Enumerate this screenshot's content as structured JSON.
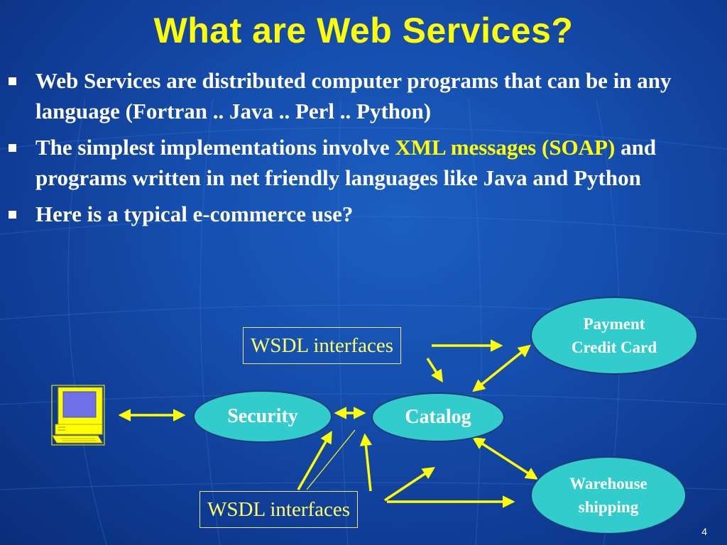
{
  "slide": {
    "title": "What are Web Services?",
    "page_number": "4"
  },
  "bullets": {
    "b1": "Web Services are distributed computer programs that can be in any language (Fortran .. Java .. Perl .. Python)",
    "b2_pre": "The simplest implementations involve ",
    "b2_hl": "XML messages (SOAP)",
    "b2_post": " and programs written in net friendly languages like Java and Python",
    "b3": "Here is a typical e-commerce use?"
  },
  "diagram": {
    "wsdl_top": "WSDL interfaces",
    "wsdl_bottom": "WSDL interfaces",
    "security": "Security",
    "catalog": "Catalog",
    "payment_l1": "Payment",
    "payment_l2": "Credit Card",
    "warehouse_l1": "Warehouse",
    "warehouse_l2": "shipping"
  },
  "colors": {
    "background": "#1650b0",
    "title": "#ffff00",
    "arrow": "#ffff00",
    "node_fill": "#33cccc"
  }
}
